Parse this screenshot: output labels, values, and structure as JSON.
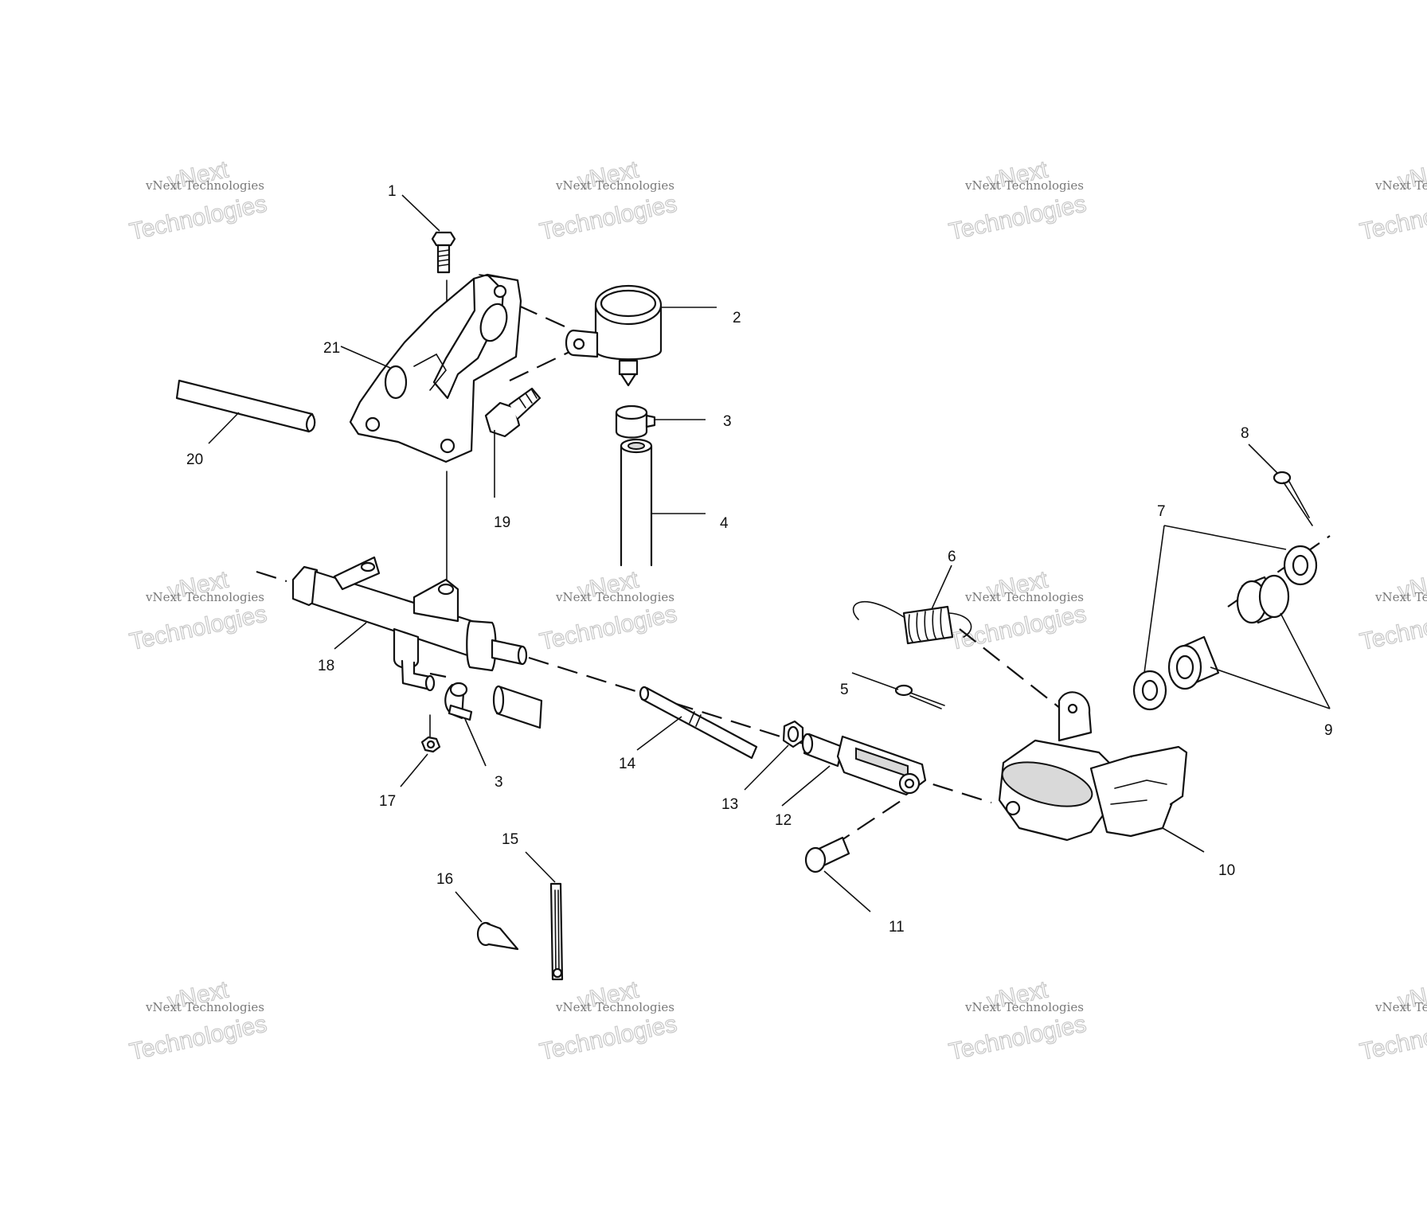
{
  "watermark": {
    "line_small": "vNext Technologies",
    "line_top": "vNext",
    "line_bottom": "Technologies"
  },
  "labels": {
    "p1": "1",
    "p2": "2",
    "p3a": "3",
    "p3b": "3",
    "p4": "4",
    "p5": "5",
    "p6": "6",
    "p7": "7",
    "p8": "8",
    "p9": "9",
    "p10": "10",
    "p11": "11",
    "p12": "12",
    "p13": "13",
    "p14": "14",
    "p15": "15",
    "p16": "16",
    "p17": "17",
    "p18": "18",
    "p19": "19",
    "p20": "20",
    "p21": "21"
  }
}
